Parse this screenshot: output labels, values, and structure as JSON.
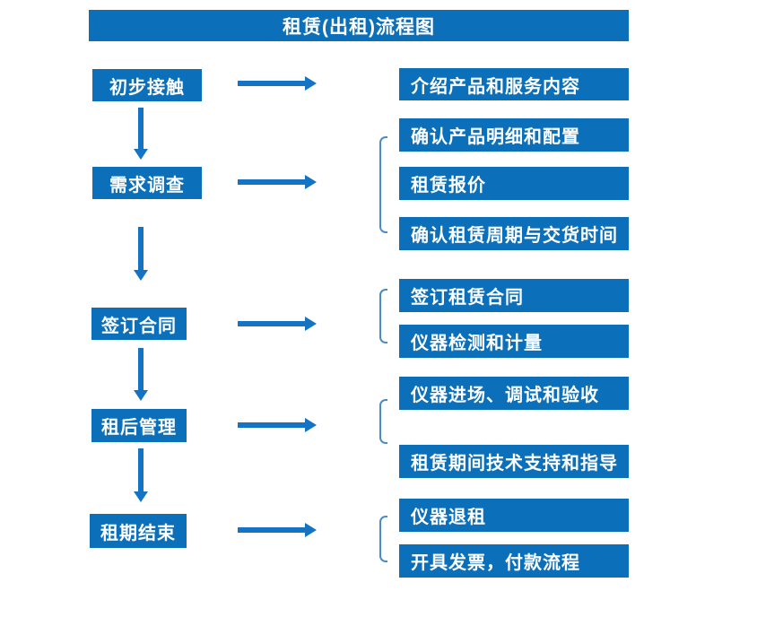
{
  "title": "租赁(出租)流程图",
  "colors": {
    "box_fill": "#0b70b9",
    "arrow": "#1473c2",
    "bracket": "#4a8cc7",
    "text": "#ffffff",
    "background": "#ffffff"
  },
  "steps": [
    {
      "label": "初步接触",
      "details": [
        "介绍产品和服务内容"
      ]
    },
    {
      "label": "需求调查",
      "details": [
        "确认产品明细和配置",
        "租赁报价",
        "确认租赁周期与交货时间"
      ]
    },
    {
      "label": "签订合同",
      "details": [
        "签订租赁合同",
        "仪器检测和计量"
      ]
    },
    {
      "label": "租后管理",
      "details": [
        "仪器进场、调试和验收",
        "租赁期间技术支持和指导"
      ]
    },
    {
      "label": "租期结束",
      "details": [
        "仪器退租",
        "开具发票，付款流程"
      ]
    }
  ]
}
